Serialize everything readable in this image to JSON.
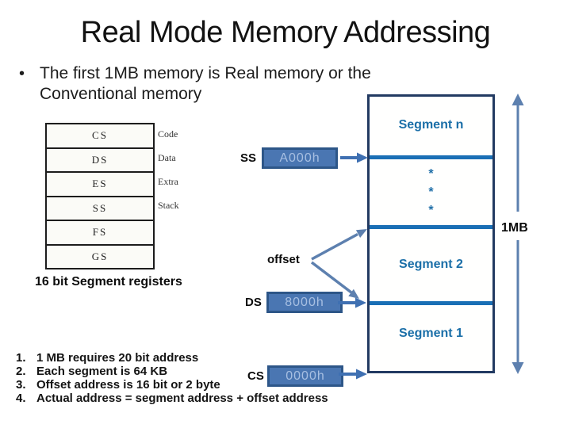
{
  "slide": {
    "title": "Real Mode Memory Addressing",
    "bullet_char": "•",
    "bullet_lines": [
      "The first 1MB memory is Real memory or the",
      "Conventional memory"
    ]
  },
  "register_figure": {
    "caption": "16 bit Segment registers",
    "rows": [
      {
        "name": "CS",
        "type": "Code"
      },
      {
        "name": "DS",
        "type": "Data"
      },
      {
        "name": "ES",
        "type": "Extra"
      },
      {
        "name": "SS",
        "type": "Stack"
      },
      {
        "name": "FS",
        "type": ""
      },
      {
        "name": "GS",
        "type": ""
      }
    ]
  },
  "pointers": [
    {
      "register": "SS",
      "value": "A000h"
    },
    {
      "register": "DS",
      "value": "8000h"
    },
    {
      "register": "CS",
      "value": "0000h"
    }
  ],
  "memory": {
    "segment_top": "Segment n",
    "segment_mid": "Segment 2",
    "segment_bottom": "Segment 1",
    "asterisks": [
      "*",
      "*",
      "*"
    ],
    "size_label": "1MB",
    "offset_label": "offset"
  },
  "notes": [
    {
      "num": "1.",
      "text": "1 MB requires 20 bit address"
    },
    {
      "num": "2.",
      "text": "Each segment is 64 KB"
    },
    {
      "num": "3.",
      "text": "Offset address is 16 bit or 2 byte"
    },
    {
      "num": "4.",
      "text": "Actual address = segment address + offset address"
    }
  ],
  "colors": {
    "divider_blue": "#1a6fb5",
    "register_box_fill": "#4a76b2",
    "register_box_border": "#2d5688",
    "register_box_text": "#a7bfe2",
    "segment_label_blue": "#1b6fa8",
    "arrow_blue": "#3f70b2",
    "span_arrow_blue": "#5d80af",
    "memory_border_navy": "#223a62"
  }
}
